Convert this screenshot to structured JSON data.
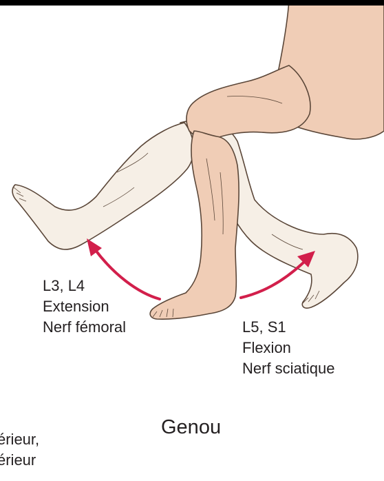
{
  "left_motion": {
    "roots": "L3, L4",
    "movement": "Extension",
    "nerve": "Nerf fémoral"
  },
  "right_motion": {
    "roots": "L5, S1",
    "movement": "Flexion",
    "nerve": "Nerf sciatique"
  },
  "caption": "Genou",
  "cut_text": {
    "line1": "érieur,",
    "line2": "érieur"
  },
  "colors": {
    "arrow": "#d21f4b",
    "skin_front": "#f0cdb6",
    "skin_back": "#f6efe6",
    "outline": "#5a4638"
  }
}
